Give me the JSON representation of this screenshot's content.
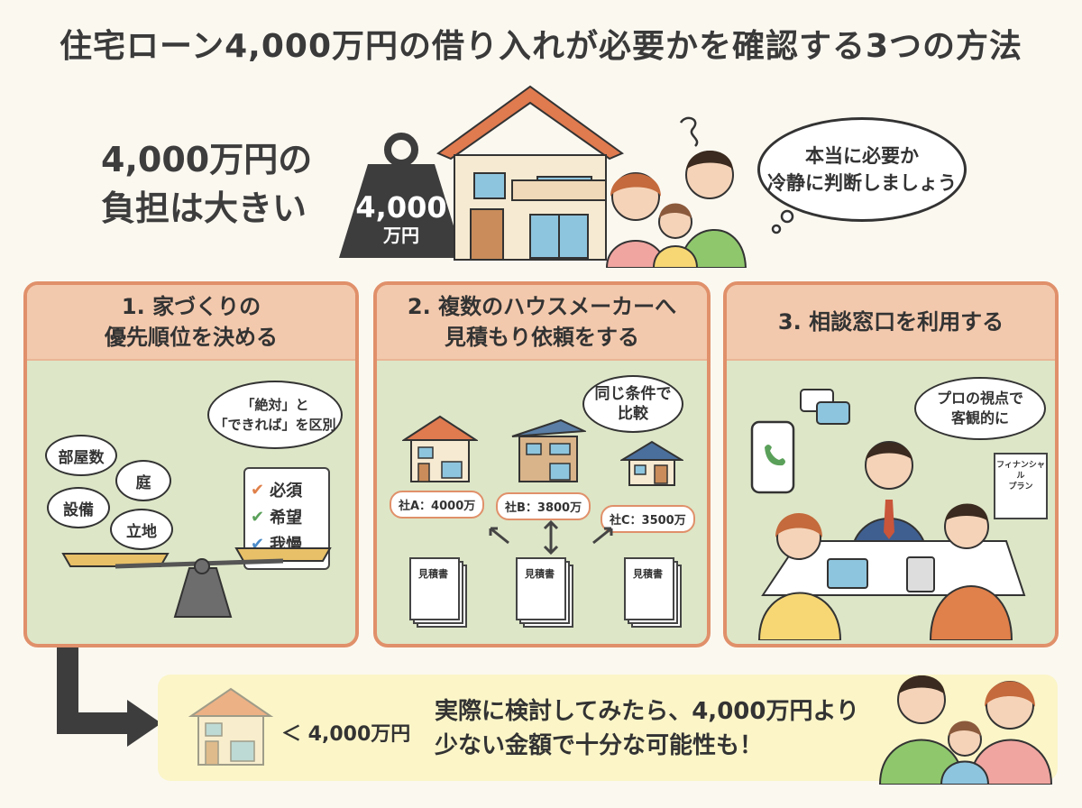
{
  "title": "住宅ローン4,000万円の借り入れが必要かを確認する3つの方法",
  "hero": {
    "headline_line1": "4,000万円の",
    "headline_line2": "負担は大きい",
    "weight_amount": "4,000",
    "weight_unit": "万円",
    "speech_line1": "本当に必要か",
    "speech_line2": "冷静に判断しましょう"
  },
  "panels": [
    {
      "title_line1": "1. 家づくりの",
      "title_line2": "優先順位を決める",
      "thought_line1": "「絶対」と",
      "thought_line2": "「できれば」を区別",
      "items": [
        "部屋数",
        "庭",
        "設備",
        "立地"
      ],
      "checklist": [
        "必須",
        "希望",
        "我慢"
      ]
    },
    {
      "title_line1": "2. 複数のハウスメーカーへ",
      "title_line2": "見積もり依頼をする",
      "thought_line1": "同じ条件で",
      "thought_line2": "比較",
      "companies": [
        "社A：4000万",
        "社B：3800万",
        "社C：3500万"
      ],
      "doc_label": "見積書"
    },
    {
      "title": "3. 相談窓口を利用する",
      "thought_line1": "プロの視点で",
      "thought_line2": "客観的に",
      "plan_label_line1": "フィナンシャル",
      "plan_label_line2": "プラン"
    }
  ],
  "conclusion": {
    "amount": "＜ 4,000万円",
    "line1": "実際に検討してみたら、4,000万円より",
    "line2": "少ない金額で十分な可能性も！"
  },
  "colors": {
    "panel_border": "#e0906a",
    "panel_header": "#f3c9ad",
    "panel_body": "#dde6c7",
    "banner": "#fbf5c8",
    "check_orange": "#e0804a",
    "check_green": "#5aa05a",
    "check_blue": "#4a8ac8"
  }
}
